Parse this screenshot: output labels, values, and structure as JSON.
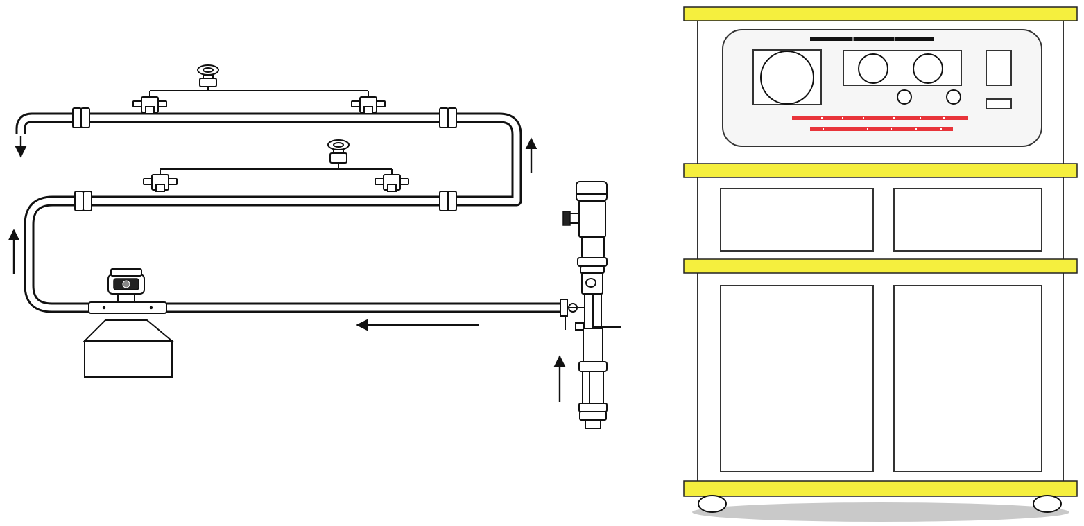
{
  "colors": {
    "line": "#111111",
    "background": "#ffffff",
    "shelf": "#f5ef3e",
    "indicator": "#e8343a",
    "cabinet_frame": "#333333",
    "shadow": "#c9c9c9"
  },
  "piping": {
    "flow_arrows": [
      "arrow-outlet-down",
      "arrow-riser-right-up",
      "arrow-riser-left-up",
      "arrow-return-left",
      "arrow-inlet-up"
    ],
    "valve_manifolds": 2,
    "flanged_joints": 4
  },
  "cabinet": {
    "displays": [
      "large-dial",
      "double-dial-window",
      "small-knob-left",
      "small-knob-right",
      "rocker-switch",
      "indicator-light"
    ],
    "indicator_bars": 2,
    "shelves": 4,
    "doors": 4,
    "casters": 2
  }
}
